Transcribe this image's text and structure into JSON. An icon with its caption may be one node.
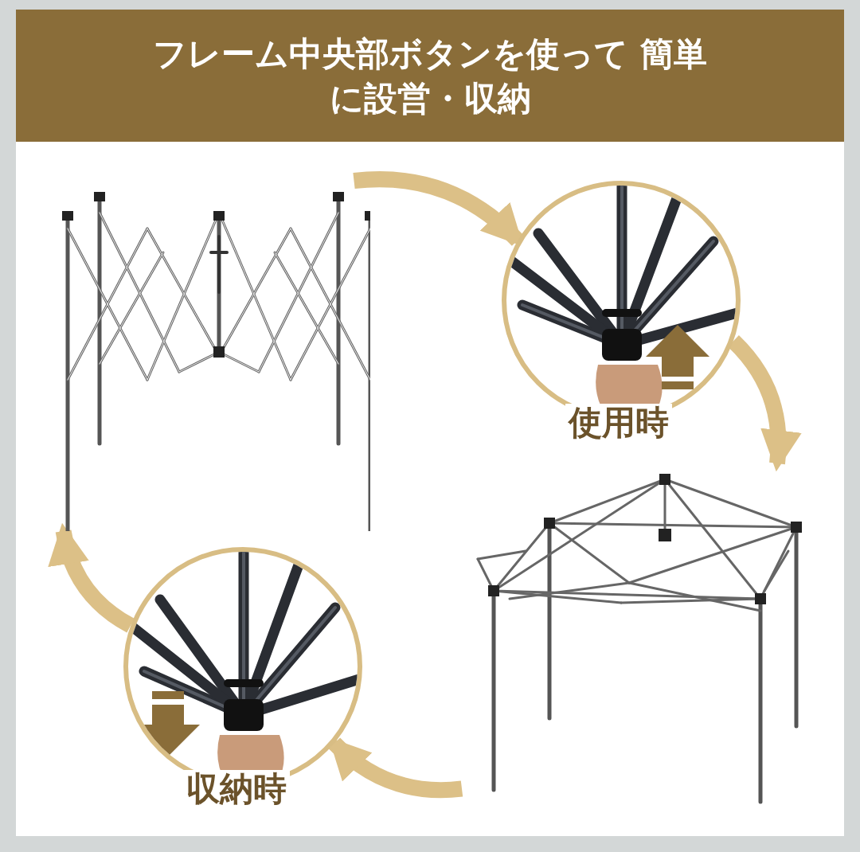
{
  "diagram": {
    "title": "フレーム中央部ボタンを使って 簡単に設営・収納",
    "nodes": [
      {
        "text": [],
        "shape": "picture"
      },
      {
        "text": [
          "使用時"
        ]
      },
      {
        "text": [],
        "shape": "picture"
      },
      {
        "text": [
          "収納時"
        ]
      }
    ],
    "edges": [
      {
        "from": 0,
        "to": 1,
        "arrow": "to"
      },
      {
        "from": 1,
        "to": 2,
        "arrow": "to"
      },
      {
        "from": 2,
        "to": 3,
        "arrow": "to"
      },
      {
        "from": 3,
        "to": 0,
        "arrow": "to"
      }
    ]
  }
}
